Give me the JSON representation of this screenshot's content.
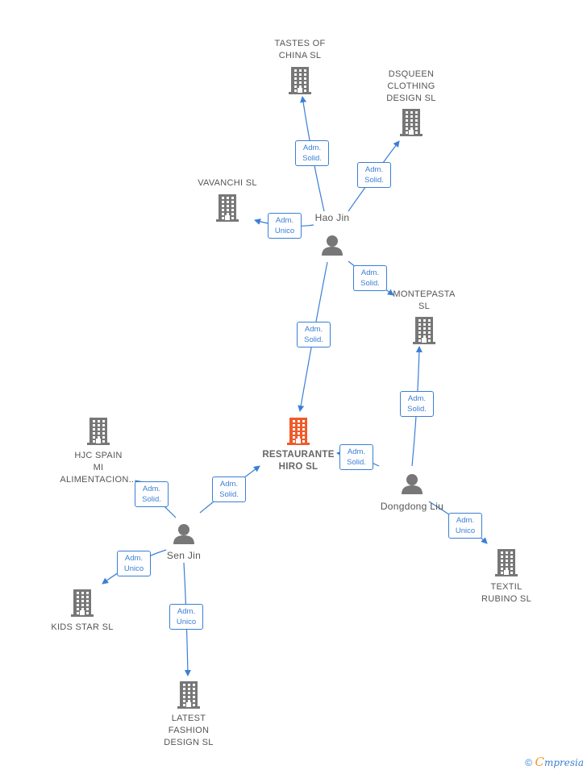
{
  "nodes": [
    {
      "id": "tastes",
      "type": "company",
      "label": "TASTES OF\nCHINA  SL",
      "highlight": false
    },
    {
      "id": "dsqueen",
      "type": "company",
      "label": "DSQUEEN\nCLOTHING\nDESIGN  SL",
      "highlight": false
    },
    {
      "id": "vavanchi",
      "type": "company",
      "label": "VAVANCHI  SL",
      "highlight": false
    },
    {
      "id": "haojin",
      "type": "person",
      "label": "Hao Jin"
    },
    {
      "id": "montepasta",
      "type": "company",
      "label": "MONTEPASTA\nSL",
      "highlight": false
    },
    {
      "id": "restaurante",
      "type": "company",
      "label": "RESTAURANTE\nHIRO  SL",
      "highlight": true
    },
    {
      "id": "hjc",
      "type": "company",
      "label": "HJC SPAIN\nMI\nALIMENTACION...",
      "highlight": false
    },
    {
      "id": "dongdong",
      "type": "person",
      "label": "Dongdong Liu"
    },
    {
      "id": "senjin",
      "type": "person",
      "label": "Sen Jin"
    },
    {
      "id": "textil",
      "type": "company",
      "label": "TEXTIL\nRUBINO  SL",
      "highlight": false
    },
    {
      "id": "kidsstar",
      "type": "company",
      "label": "KIDS STAR  SL",
      "highlight": false
    },
    {
      "id": "latest",
      "type": "company",
      "label": "LATEST\nFASHION\nDESIGN SL",
      "highlight": false
    }
  ],
  "edges": [
    {
      "from": "haojin",
      "to": "tastes",
      "role": [
        "Adm.",
        "Solid."
      ]
    },
    {
      "from": "haojin",
      "to": "dsqueen",
      "role": [
        "Adm.",
        "Solid."
      ]
    },
    {
      "from": "haojin",
      "to": "vavanchi",
      "role": [
        "Adm.",
        "Unico"
      ]
    },
    {
      "from": "haojin",
      "to": "montepasta",
      "role": [
        "Adm.",
        "Solid."
      ]
    },
    {
      "from": "haojin",
      "to": "restaurante",
      "role": [
        "Adm.",
        "Solid."
      ]
    },
    {
      "from": "dongdong",
      "to": "montepasta",
      "role": [
        "Adm.",
        "Solid."
      ]
    },
    {
      "from": "dongdong",
      "to": "restaurante",
      "role": [
        "Adm.",
        "Solid."
      ]
    },
    {
      "from": "dongdong",
      "to": "textil",
      "role": [
        "Adm.",
        "Unico"
      ]
    },
    {
      "from": "senjin",
      "to": "restaurante",
      "role": [
        "Adm.",
        "Solid."
      ]
    },
    {
      "from": "senjin",
      "to": "hjc",
      "role": [
        "Adm.",
        "Solid."
      ]
    },
    {
      "from": "senjin",
      "to": "kidsstar",
      "role": [
        "Adm.",
        "Unico"
      ]
    },
    {
      "from": "senjin",
      "to": "latest",
      "role": [
        "Adm.",
        "Unico"
      ]
    }
  ],
  "colors": {
    "edge": "#3a7fd5",
    "company": "#777777",
    "highlight": "#f05a28",
    "person": "#777777"
  },
  "footer": {
    "copyright": "©",
    "brand_first": "C",
    "brand_rest": "mpresia"
  }
}
